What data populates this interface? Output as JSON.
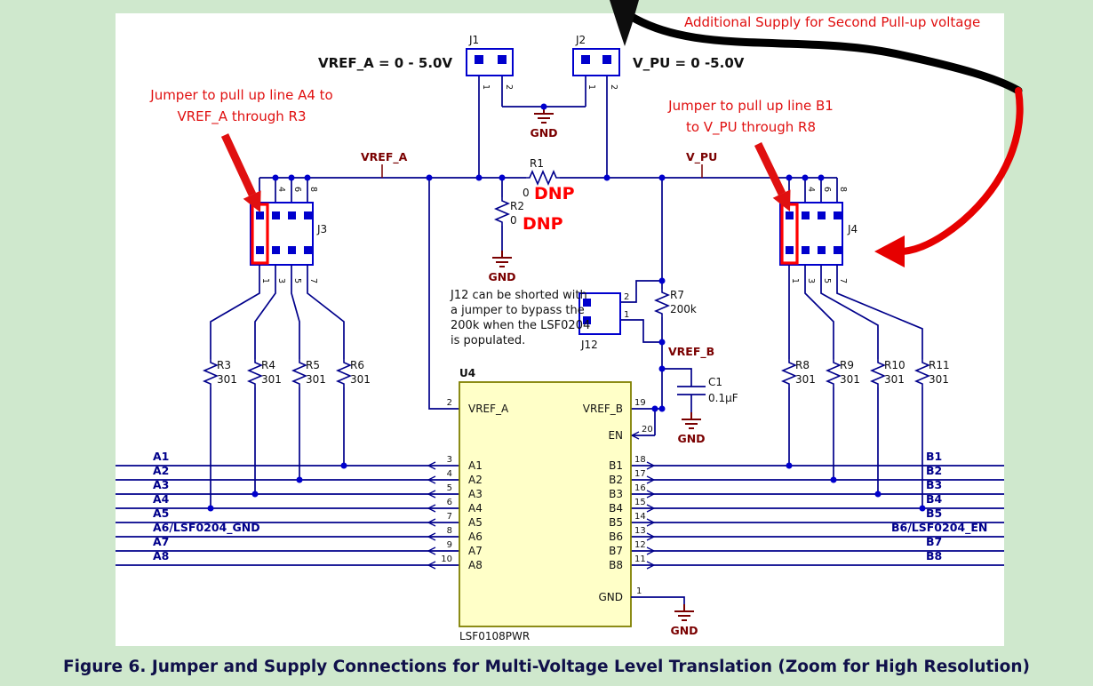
{
  "caption": "Figure 6. Jumper and Supply Connections for Multi-Voltage Level Translation (Zoom for High Resolution)",
  "annotations": {
    "additional_supply": "Additional Supply for Second Pull-up voltage",
    "left_jumper_1": "Jumper to pull up line A4 to",
    "left_jumper_2": "VREF_A through R3",
    "right_jumper_1": "Jumper to pull up line B1",
    "right_jumper_2": "to V_PU through R8",
    "j12_note_1": "J12 can be shorted with",
    "j12_note_2": "a jumper to bypass the",
    "j12_note_3": "200k when the LSF0204",
    "j12_note_4": "is populated.",
    "dnp": "DNP"
  },
  "supplies": {
    "vref_a_range": "VREF_A = 0 - 5.0V",
    "v_pu_range": "V_PU = 0 -5.0V"
  },
  "nets": {
    "vref_a": "VREF_A",
    "v_pu": "V_PU",
    "vref_b": "VREF_B",
    "gnd": "GND"
  },
  "connectors": {
    "j1": {
      "ref": "J1",
      "pins": [
        "1",
        "2"
      ]
    },
    "j2": {
      "ref": "J2",
      "pins": [
        "1",
        "2"
      ]
    },
    "j3": {
      "ref": "J3",
      "top_pins": [
        "4",
        "6",
        "8"
      ],
      "bottom_pins": [
        "1",
        "3",
        "5",
        "7"
      ]
    },
    "j4": {
      "ref": "J4",
      "top_pins": [
        "4",
        "6",
        "8"
      ],
      "bottom_pins": [
        "1",
        "3",
        "5",
        "7"
      ]
    },
    "j12": {
      "ref": "J12",
      "pins": [
        "2",
        "1"
      ]
    }
  },
  "components": {
    "r1": {
      "ref": "R1",
      "value": "0"
    },
    "r2": {
      "ref": "R2",
      "value": "0"
    },
    "r3": {
      "ref": "R3",
      "value": "301"
    },
    "r4": {
      "ref": "R4",
      "value": "301"
    },
    "r5": {
      "ref": "R5",
      "value": "301"
    },
    "r6": {
      "ref": "R6",
      "value": "301"
    },
    "r7": {
      "ref": "R7",
      "value": "200k"
    },
    "r8": {
      "ref": "R8",
      "value": "301"
    },
    "r9": {
      "ref": "R9",
      "value": "301"
    },
    "r10": {
      "ref": "R10",
      "value": "301"
    },
    "r11": {
      "ref": "R11",
      "value": "301"
    },
    "c1": {
      "ref": "C1",
      "value": "0.1µF"
    }
  },
  "chip": {
    "ref": "U4",
    "part": "LSF0108PWR",
    "left_pins": [
      {
        "num": "2",
        "name": "VREF_A"
      },
      {
        "num": "3",
        "name": "A1"
      },
      {
        "num": "4",
        "name": "A2"
      },
      {
        "num": "5",
        "name": "A3"
      },
      {
        "num": "6",
        "name": "A4"
      },
      {
        "num": "7",
        "name": "A5"
      },
      {
        "num": "8",
        "name": "A6"
      },
      {
        "num": "9",
        "name": "A7"
      },
      {
        "num": "10",
        "name": "A8"
      }
    ],
    "right_pins": [
      {
        "num": "19",
        "name": "VREF_B"
      },
      {
        "num": "20",
        "name": "EN"
      },
      {
        "num": "18",
        "name": "B1"
      },
      {
        "num": "17",
        "name": "B2"
      },
      {
        "num": "16",
        "name": "B3"
      },
      {
        "num": "15",
        "name": "B4"
      },
      {
        "num": "14",
        "name": "B5"
      },
      {
        "num": "13",
        "name": "B6"
      },
      {
        "num": "12",
        "name": "B7"
      },
      {
        "num": "11",
        "name": "B8"
      }
    ],
    "gnd_pin": {
      "num": "1",
      "name": "GND"
    }
  },
  "left_lines": [
    "A1",
    "A2",
    "A3",
    "A4",
    "A5",
    "A6/LSF0204_GND",
    "A7",
    "A8"
  ],
  "right_lines": [
    "B1",
    "B2",
    "B3",
    "B4",
    "B5",
    "B6/LSF0204_EN",
    "B7",
    "B8"
  ],
  "colors": {
    "wire": "#00008b",
    "junction": "#0000cd",
    "net_label": "#7a0000",
    "annotation": "#e01010",
    "dnp": "#ff0000",
    "chip_fill": "#ffffc8",
    "background": "#cfe8cd",
    "caption": "#10104a",
    "highlight": "#ff0000"
  }
}
